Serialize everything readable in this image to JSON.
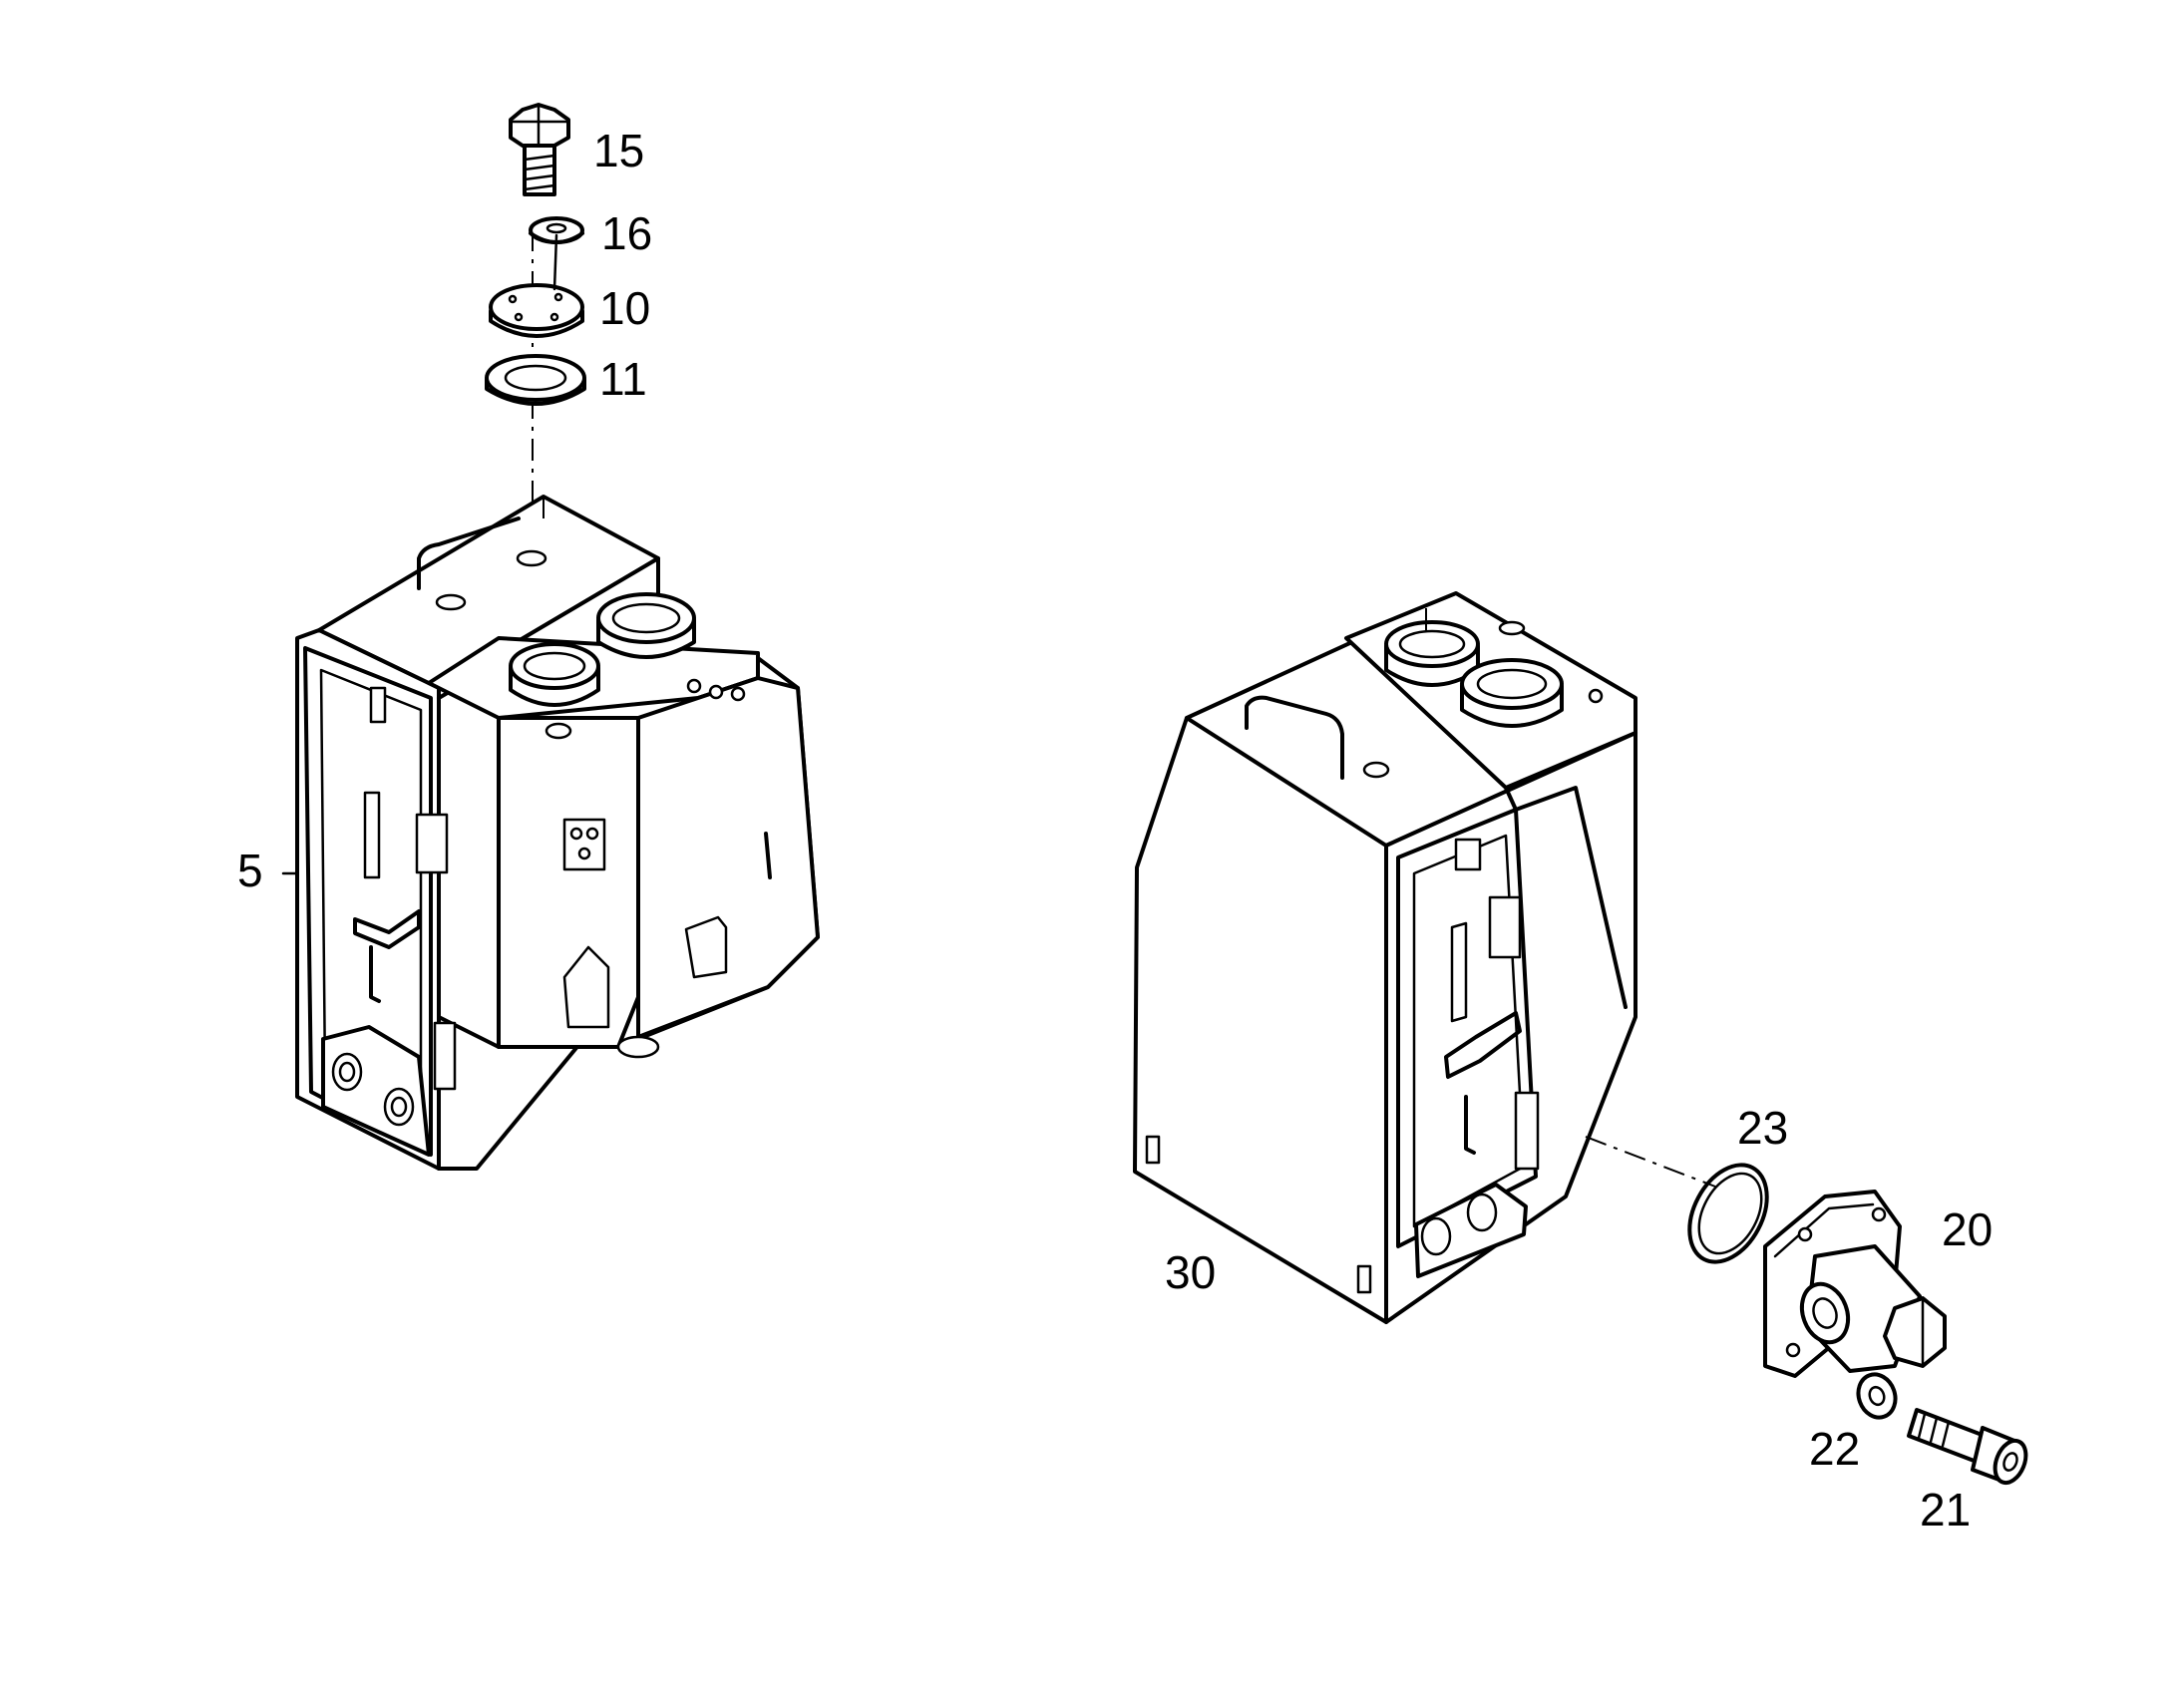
{
  "diagram": {
    "callouts": [
      {
        "id": "c15",
        "label": "15"
      },
      {
        "id": "c16",
        "label": "16"
      },
      {
        "id": "c10",
        "label": "10"
      },
      {
        "id": "c11",
        "label": "11"
      },
      {
        "id": "c5",
        "label": "5"
      },
      {
        "id": "c30",
        "label": "30"
      },
      {
        "id": "c23",
        "label": "23"
      },
      {
        "id": "c20",
        "label": "20"
      },
      {
        "id": "c22",
        "label": "22"
      },
      {
        "id": "c21",
        "label": "21"
      }
    ],
    "colors": {
      "line": "#000000",
      "background": "#ffffff"
    }
  }
}
